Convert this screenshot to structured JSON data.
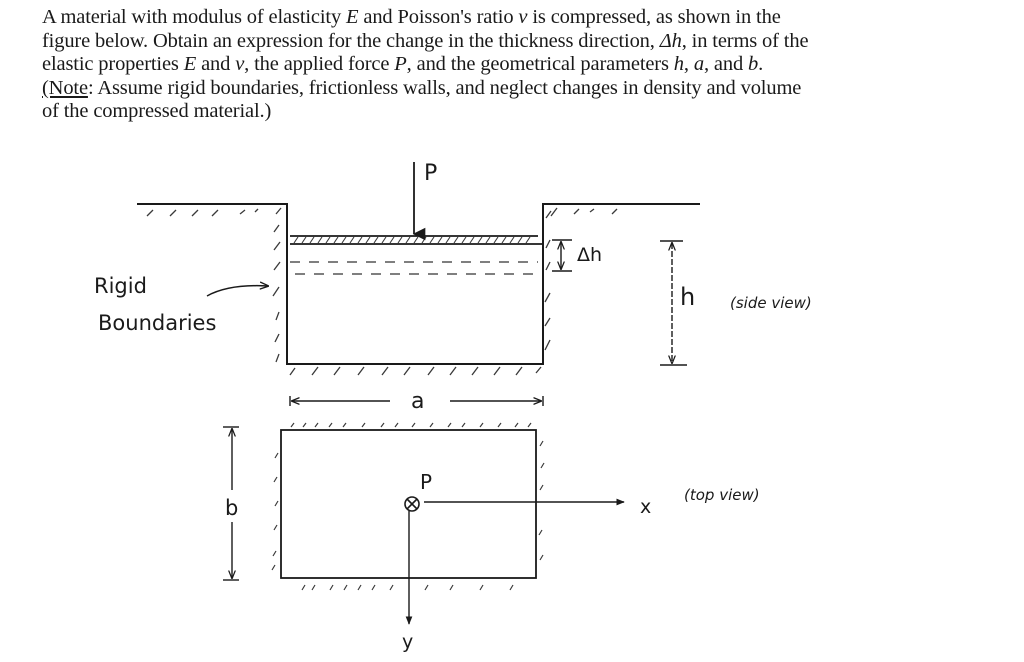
{
  "problem": {
    "line1_a": "A material with modulus of elasticity ",
    "line1_E": "E",
    "line1_b": " and Poisson's ratio ",
    "line1_v": "v",
    "line1_c": "is compressed, as shown in the",
    "line2_a": "figure below.  Obtain an expression for the change in the thickness direction, ",
    "line2_dh": "Δh",
    "line2_b": ", in terms of the",
    "line3_a": "elastic properties ",
    "line3_E": "E",
    "line3_b": " and ",
    "line3_v": "v",
    "line3_c": ", the applied force ",
    "line3_P": "P",
    "line3_d": ", and the geometrical parameters ",
    "line3_h": "h",
    "line3_e": ", ",
    "line3_a2": "a",
    "line3_f": ", and ",
    "line3_b2": "b",
    "line3_g": ".",
    "note_label": "(Note",
    "line4_rest": ": Assume rigid boundaries, frictionless walls, and neglect changes in density and volume",
    "line5": "of the compressed material.)"
  },
  "figure": {
    "side_view": {
      "force_label": "P",
      "delta_h_label": "Δh",
      "height_label": "h",
      "view_label": "(side view)",
      "boundary_label_line1": "Rigid",
      "boundary_label_line2": "Boundaries"
    },
    "top_view": {
      "width_label": "a",
      "depth_label": "b",
      "force_label": "P",
      "x_axis_label": "x",
      "y_axis_label": "y",
      "view_label": "(top view)"
    },
    "colors": {
      "ink": "#1a1a1a",
      "hatch": "#3a3a3a",
      "dashed": "#555555"
    }
  }
}
